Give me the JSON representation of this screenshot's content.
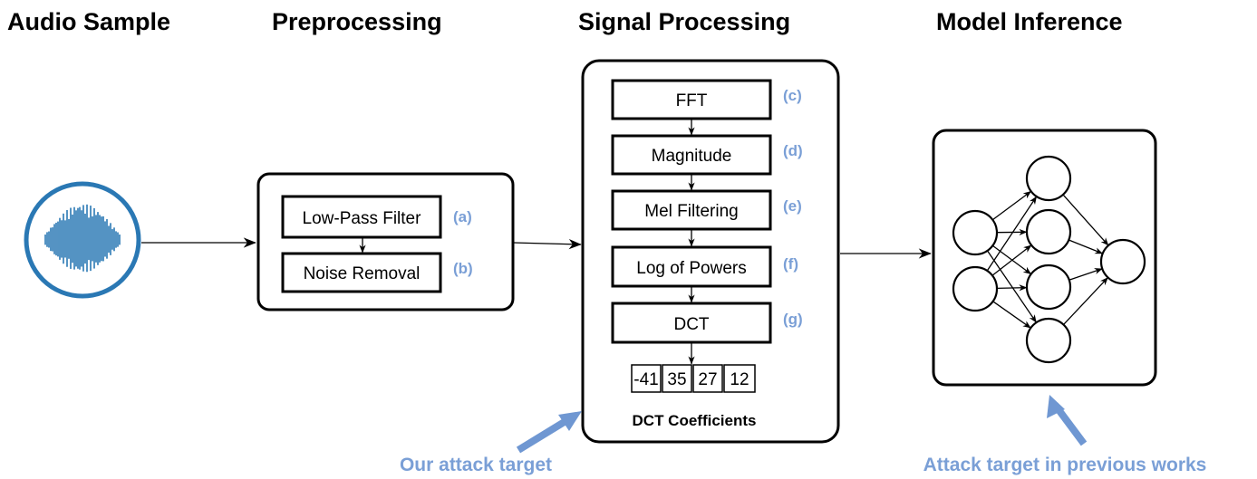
{
  "headings": {
    "audio_sample": "Audio Sample",
    "preprocessing": "Preprocessing",
    "signal_processing": "Signal Processing",
    "model_inference": "Model Inference"
  },
  "preprocessing_steps": [
    {
      "label": "Low-Pass Filter",
      "tag": "(a)"
    },
    {
      "label": "Noise Removal",
      "tag": "(b)"
    }
  ],
  "signal_steps": [
    {
      "label": "FFT",
      "tag": "(c)"
    },
    {
      "label": "Magnitude",
      "tag": "(d)"
    },
    {
      "label": "Mel Filtering",
      "tag": "(e)"
    },
    {
      "label": "Log of Powers",
      "tag": "(f)"
    },
    {
      "label": "DCT",
      "tag": "(g)"
    }
  ],
  "dct_coefficients": [
    "-41",
    "35",
    "27",
    "12"
  ],
  "dct_label": "DCT Coefficients",
  "annotations": {
    "our_target": "Our attack target",
    "previous_target": "Attack target in previous works"
  },
  "colors": {
    "accent": "#7a9fd6",
    "arrow_accent": "#6f97d2",
    "waveform": "#2a78b4",
    "stroke": "#000000"
  },
  "icons": {
    "audio": "waveform-icon",
    "network": "neural-network-icon"
  }
}
